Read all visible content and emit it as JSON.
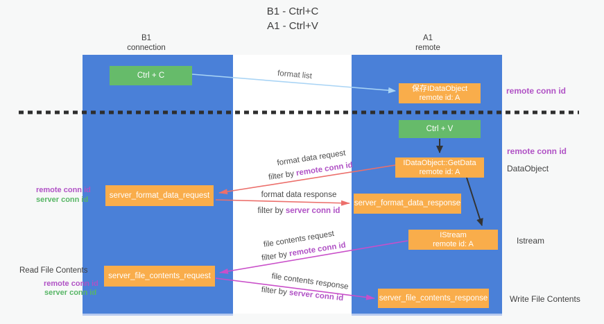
{
  "title": {
    "line1": "B1 - Ctrl+C",
    "line2": "A1 - Ctrl+V"
  },
  "columns": {
    "left": {
      "name": "B1",
      "subtitle": "connection"
    },
    "right": {
      "name": "A1",
      "subtitle": "remote"
    }
  },
  "boxes": {
    "ctrl_c": "Ctrl + C",
    "ctrl_v": "Ctrl + V",
    "save_idataobject": {
      "line1": "保存IDataObject",
      "line2": "remote id: A"
    },
    "idataobject_getdata": {
      "line1": "IDataObject::GetData",
      "line2": "remote id: A"
    },
    "istream": {
      "line1": "IStream",
      "line2": "remote id: A"
    },
    "server_format_data_request": "server_format_data_request",
    "server_format_data_response": "server_format_data_response",
    "server_file_contents_request": "server_file_contents_request",
    "server_file_contents_response": "server_file_contents_response"
  },
  "annotations": {
    "format_list": "format list",
    "fmt_req": {
      "text": "format data request",
      "filter": "filter by",
      "id": "remote conn id"
    },
    "fmt_resp": {
      "text": "format data response",
      "filter": "filter by",
      "id": "server conn id"
    },
    "file_req": {
      "text": "file contents request",
      "filter": "filter by",
      "id": "remote conn id"
    },
    "file_resp": {
      "text": "file contents response",
      "filter": "filter by",
      "id": "server conn id"
    }
  },
  "side_labels": {
    "right_top_remote_conn_id": "remote conn id",
    "right_mid_remote_conn_id": "remote conn id",
    "right_dataobject": "DataObject",
    "right_istream": "Istream",
    "right_write_file_contents": "Write File Contents",
    "left_fmt_remote_conn_id": "remote conn id",
    "left_fmt_server_conn_id": "server conn id",
    "left_read_file_contents": "Read File Contents",
    "left_file_remote_conn_id": "remote conn id",
    "left_file_server_conn_id": "server conn id"
  },
  "colors": {
    "column_blue": "#4a80d8",
    "box_green": "#66bb6a",
    "box_orange": "#f9ad4b",
    "purple_text": "#b052c5",
    "green_text": "#58b666",
    "salmon_arrow": "#ec6f6b",
    "magenta_arrow": "#c94fc9",
    "lightblue_arrow": "#a9d4f5",
    "black_arrow": "#333333",
    "dashed_line": "#2e2e2e",
    "lane_white": "#ffffff",
    "background": "#f7f8f8"
  }
}
